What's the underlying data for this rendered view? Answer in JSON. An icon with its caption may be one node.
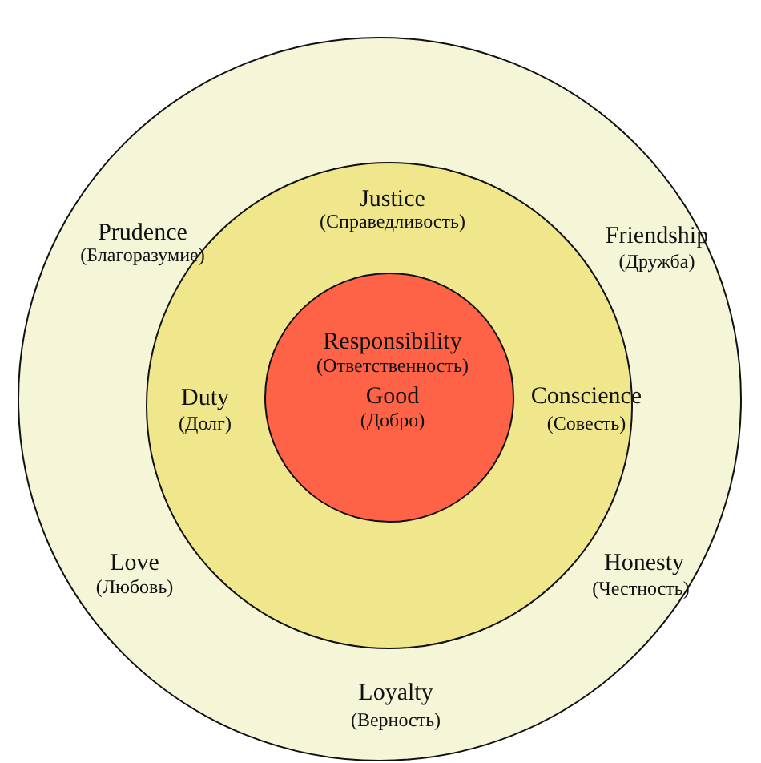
{
  "diagram": {
    "nodes": [
      {
        "text": [
          "Prudence",
          "(Благоразумие)",
          "Friendship",
          "(Дружба)",
          "Love",
          "(Любовь)",
          "Honesty",
          "(Честность)",
          "Loyalty",
          "(Верность)"
        ]
      },
      {
        "text": [
          "Justice",
          "(Справедливость)",
          "Duty",
          "(Долг)",
          "Conscience",
          "(Совесть)"
        ],
        "in": 0
      },
      {
        "text": [
          "Responsibility",
          "(Ответственность)",
          "Good",
          "(Добро)"
        ],
        "in": 1
      }
    ]
  }
}
